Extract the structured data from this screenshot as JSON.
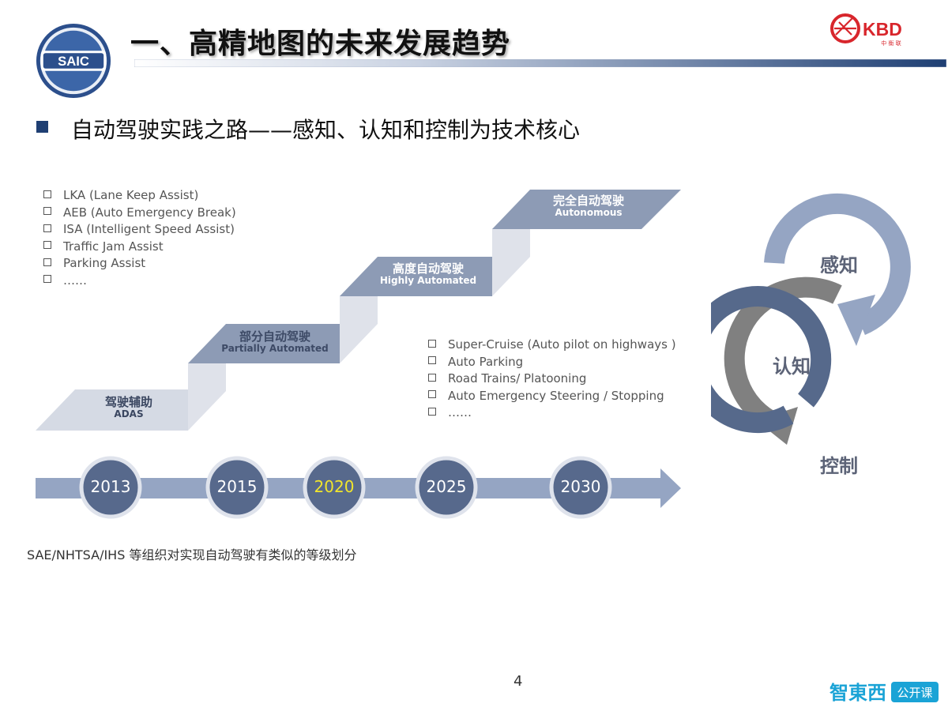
{
  "header": {
    "title": "一、高精地图的未来发展趋势",
    "saic_logo_text": "SAIC",
    "kbd_logo_text": "KBD",
    "kbd_logo_sub": "中 衡 联"
  },
  "subtitle": "自动驾驶实践之路——感知、认知和控制为技术核心",
  "list_top": [
    "LKA  (Lane Keep Assist)",
    "AEB (Auto Emergency Break)",
    "ISA (Intelligent  Speed Assist)",
    "Traffic Jam Assist",
    "Parking Assist",
    "……"
  ],
  "list_bottom": [
    "Super-Cruise (Auto pilot on highways )",
    "Auto Parking",
    "Road Trains/ Platooning",
    "Auto Emergency Steering / Stopping",
    "……"
  ],
  "steps": [
    {
      "cn": "驾驶辅助",
      "en": "ADAS"
    },
    {
      "cn": "部分自动驾驶",
      "en": "Partially Automated"
    },
    {
      "cn": "高度自动驾驶",
      "en": "Highly Automated"
    },
    {
      "cn": "完全自动驾驶",
      "en": "Autonomous"
    }
  ],
  "timeline": {
    "years": [
      "2013",
      "2015",
      "2020",
      "2025",
      "2030"
    ],
    "highlight_year": "2020",
    "highlight_color": "#f1e52c"
  },
  "footnote": "SAE/NHTSA/IHS 等组织对实现自动驾驶有类似的等级划分",
  "page_number": "4",
  "cycle": {
    "labels": [
      "感知",
      "认知",
      "控制"
    ]
  },
  "footer_brand": {
    "name": "智東西",
    "badge": "公开课"
  },
  "colors": {
    "navy": "#1f3f73",
    "step_dark": "#8d9bb5",
    "step_light": "#d3d8e3",
    "circle_fill": "#57698c",
    "arrow_light": "#95a5c3",
    "arrow_gray": "#808080",
    "arrow_dark": "#56698b"
  }
}
